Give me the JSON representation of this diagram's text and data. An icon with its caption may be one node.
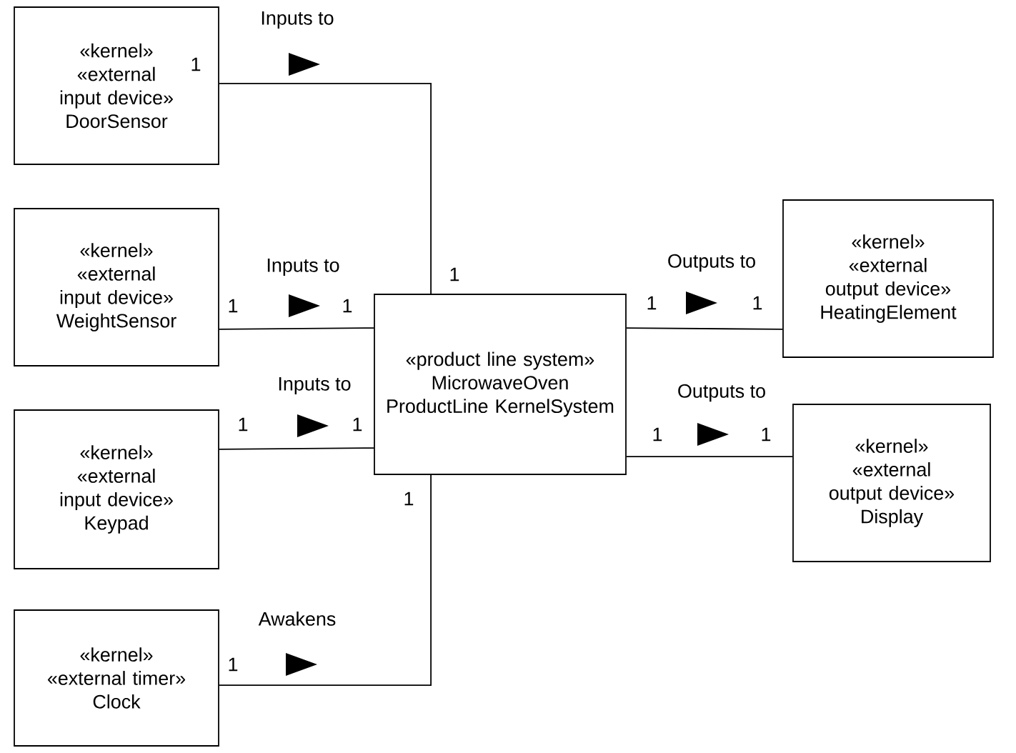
{
  "diagram": {
    "nodes": [
      {
        "text": [
          "«kernel»",
          "«external input device»",
          "DoorSensor"
        ]
      },
      {
        "text": [
          "«kernel»",
          "«external input device»",
          "WeightSensor"
        ]
      },
      {
        "text": [
          "«kernel»",
          "«external input device»",
          "Keypad"
        ]
      },
      {
        "text": [
          "«kernel»",
          "«external timer»",
          "Clock"
        ]
      },
      {
        "text": [
          "«product line system»",
          "MicrowaveOven ProductLine KernelSystem"
        ]
      },
      {
        "text": [
          "«kernel»",
          "«external output device»",
          "HeatingElement"
        ]
      },
      {
        "text": [
          "«kernel»",
          "«external output device»",
          "Display"
        ]
      }
    ],
    "edges": [
      {
        "from": 0,
        "to": 4,
        "arrow": "none",
        "label": "Inputs to"
      },
      {
        "from": 1,
        "to": 4,
        "arrow": "none",
        "label": "Inputs to"
      },
      {
        "from": 2,
        "to": 4,
        "arrow": "none",
        "label": "Inputs to"
      },
      {
        "from": 3,
        "to": 4,
        "arrow": "none",
        "label": "Awakens"
      },
      {
        "from": 4,
        "to": 5,
        "arrow": "none",
        "label": "Outputs to"
      },
      {
        "from": 4,
        "to": 6,
        "arrow": "none",
        "label": "Outputs to"
      }
    ],
    "labels": [
      "1",
      "1",
      "1",
      "1",
      "1",
      "1",
      "1",
      "1",
      "1",
      "1",
      "1",
      "1"
    ]
  }
}
